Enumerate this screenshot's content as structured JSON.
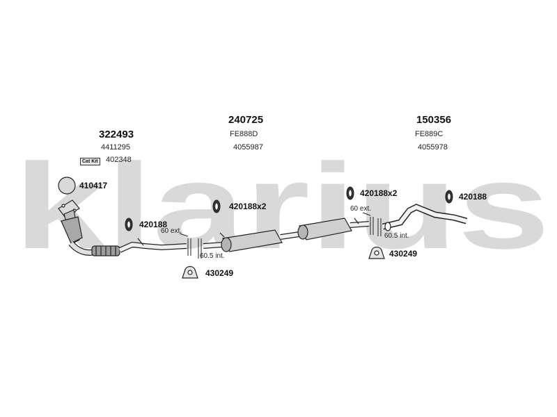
{
  "watermark": {
    "text": "klarius",
    "color": "#d9d9d9"
  },
  "components": {
    "front": {
      "main": "322493",
      "sub": "4411295",
      "catkit_badge": "Cat Kit",
      "catkit_number": "402348"
    },
    "middle": {
      "main": "240725",
      "sub1": "FE888D",
      "sub2": "4055987"
    },
    "rear": {
      "main": "150356",
      "sub1": "FE889C",
      "sub2": "4055978"
    }
  },
  "fittings": {
    "gasket": "410417",
    "mount_front": "420188",
    "mount_mid": "420188x2",
    "mount_rear_a": "420188x2",
    "mount_rear_b": "420188",
    "clamp_a": "430249",
    "clamp_b": "430249"
  },
  "dimensions": {
    "ext_a": "60 ext.",
    "int_a": "60.5 int.",
    "ext_b": "60 ext.",
    "int_b": "60.5 int."
  }
}
